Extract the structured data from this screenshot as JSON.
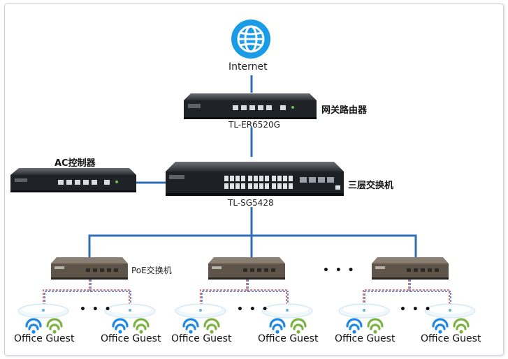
{
  "internet": {
    "label": "Internet",
    "icon": "globe-icon"
  },
  "gateway": {
    "model": "TL-ER6520G",
    "role": "网关路由器"
  },
  "ac": {
    "role": "AC控制器"
  },
  "core_switch": {
    "model": "TL-SG5428",
    "role": "三层交换机"
  },
  "poe": {
    "role": "PoE交换机"
  },
  "ellipsis": "• • •",
  "ap_labels": {
    "g1a": "Office Guest",
    "g1b": "Office Guest",
    "g2a": "Office Guest",
    "g2b": "Office Guest",
    "g3a": "Office Guest",
    "g3b": "Office Guest"
  },
  "colors": {
    "link": "#2f6db5",
    "wifi_office": "#1e88e5",
    "wifi_guest": "#7cb342",
    "cable_red": "#d9534f",
    "cable_blue": "#3b6fd8",
    "globe": "#1a9be8"
  }
}
